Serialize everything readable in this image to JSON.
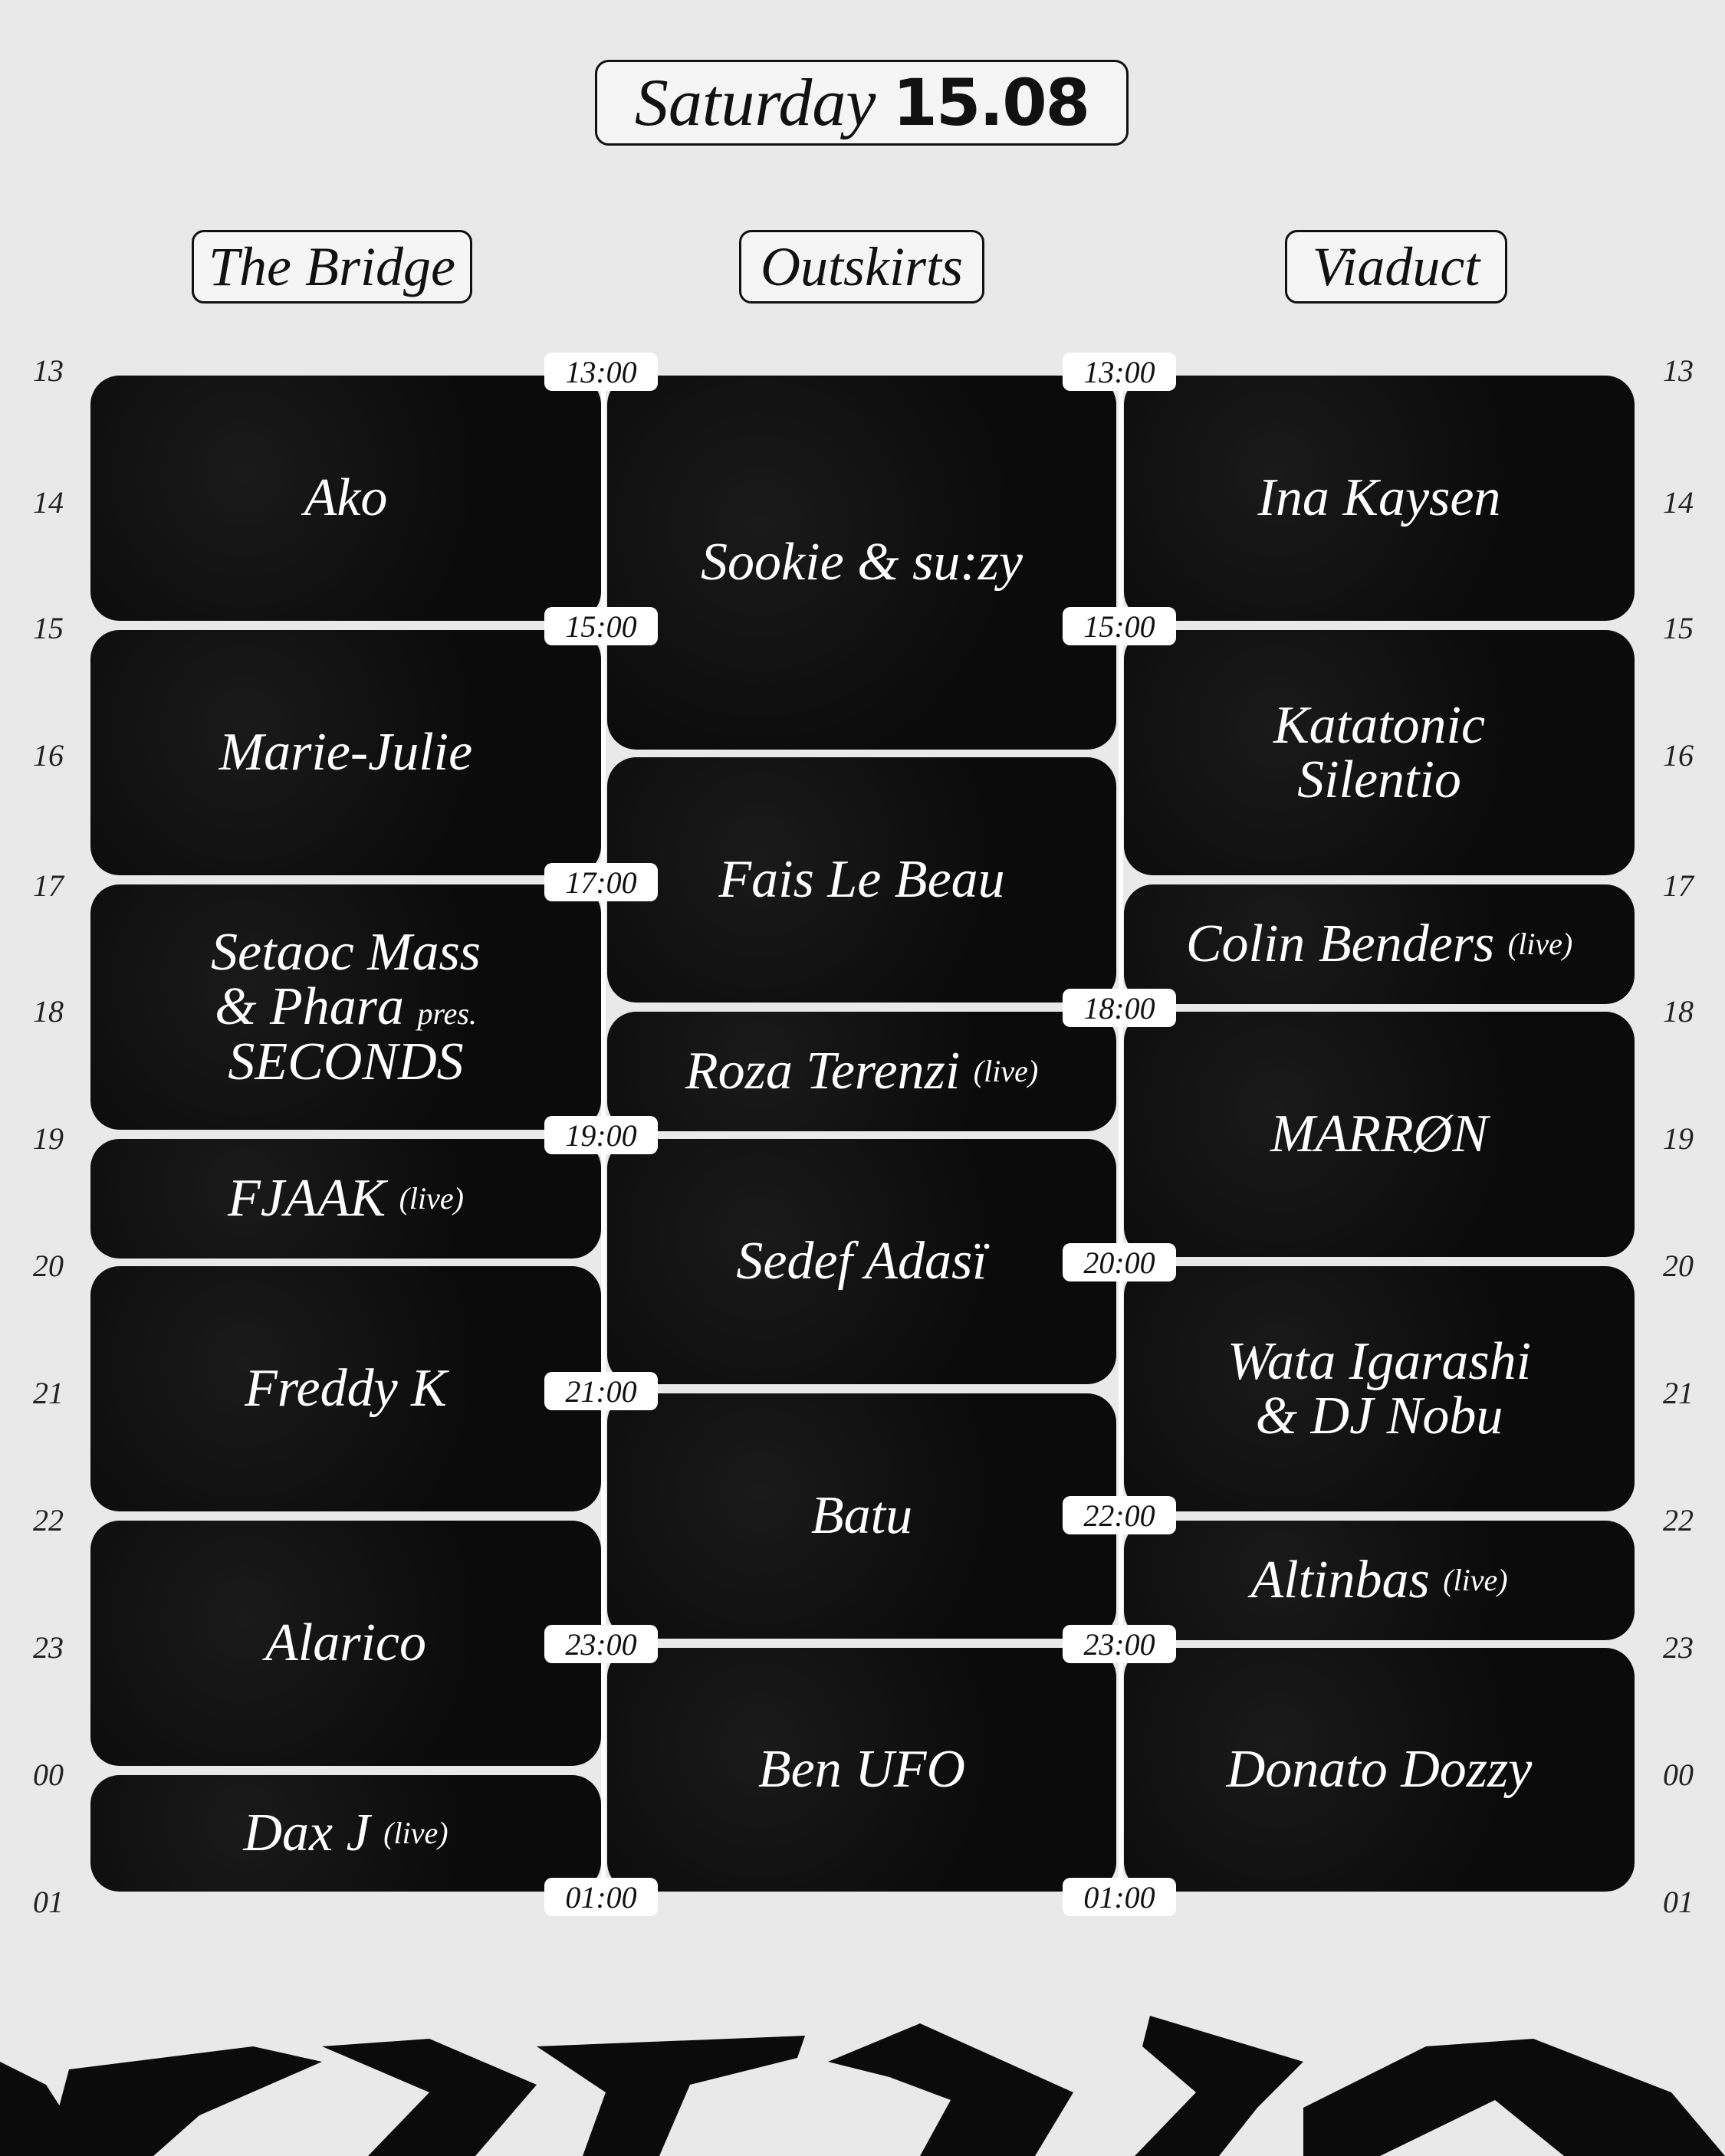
{
  "header": {
    "day": "Saturday",
    "date": "15.08"
  },
  "stages": [
    {
      "name": "The Bridge"
    },
    {
      "name": "Outskirts"
    },
    {
      "name": "Viaduct"
    }
  ],
  "hours": [
    "13",
    "14",
    "15",
    "16",
    "17",
    "18",
    "19",
    "20",
    "21",
    "22",
    "23",
    "00",
    "01"
  ],
  "time_tags": [
    "13:00",
    "13:00",
    "15:00",
    "15:00",
    "17:00",
    "18:00",
    "19:00",
    "20:00",
    "21:00",
    "22:00",
    "23:00",
    "23:00",
    "01:00",
    "01:00"
  ],
  "the_bridge": [
    {
      "artist": "Ako",
      "note": ""
    },
    {
      "artist": "Marie-Julie",
      "note": ""
    },
    {
      "artist": "Setaoc Mass",
      "artist_line2": "& Phara",
      "pres": "pres.",
      "artist_line3": "SECONDS",
      "note": ""
    },
    {
      "artist": "FJAAK",
      "note": "(live)"
    },
    {
      "artist": "Freddy K",
      "note": ""
    },
    {
      "artist": "Alarico",
      "note": ""
    },
    {
      "artist": "Dax J",
      "note": "(live)"
    }
  ],
  "outskirts": [
    {
      "artist": "Sookie & su:zy",
      "note": ""
    },
    {
      "artist": "Fais Le Beau",
      "note": ""
    },
    {
      "artist": "Roza Terenzi",
      "note": "(live)"
    },
    {
      "artist": "Sedef Adasï",
      "note": ""
    },
    {
      "artist": "Batu",
      "note": ""
    },
    {
      "artist": "Ben UFO",
      "note": ""
    }
  ],
  "viaduct": [
    {
      "artist": "Ina Kaysen",
      "note": ""
    },
    {
      "artist": "Katatonic",
      "artist_line2": "Silentio",
      "note": ""
    },
    {
      "artist": "Colin Benders",
      "note": "(live)"
    },
    {
      "artist": "MARRØN",
      "note": ""
    },
    {
      "artist": "Wata Igarashi",
      "artist_line2": "& DJ Nobu",
      "note": ""
    },
    {
      "artist": "Altinbas",
      "note": "(live)"
    },
    {
      "artist": "Donato Dozzy",
      "note": ""
    }
  ]
}
